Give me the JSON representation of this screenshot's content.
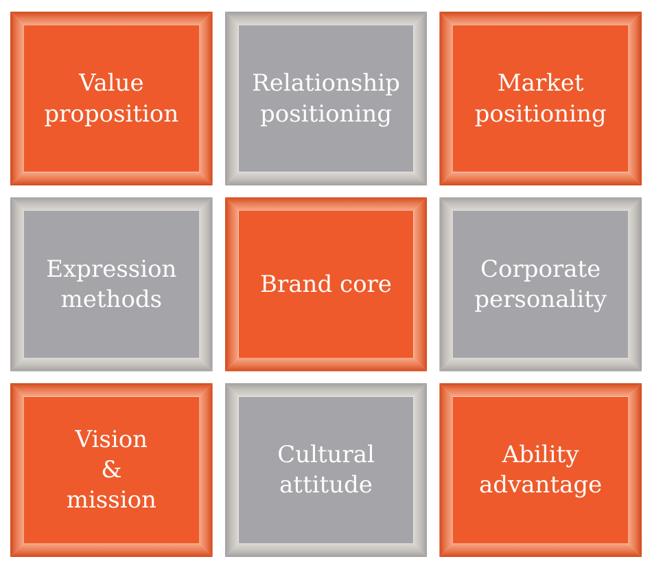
{
  "colors": {
    "accent_orange": "#ee5a2b",
    "neutral_gray": "#a5a4a9",
    "frame_orange_highlight": "#f7aa8b",
    "frame_gray_highlight": "#ddd9d4",
    "text": "#fdfdfd",
    "background": "#ffffff"
  },
  "tiles": [
    {
      "label": "Value\nproposition",
      "variant": "orange"
    },
    {
      "label": "Relationship\npositioning",
      "variant": "gray"
    },
    {
      "label": "Market\npositioning",
      "variant": "orange"
    },
    {
      "label": "Expression\nmethods",
      "variant": "gray"
    },
    {
      "label": "Brand core",
      "variant": "orange"
    },
    {
      "label": "Corporate\npersonality",
      "variant": "gray"
    },
    {
      "label": "Vision\n&\nmission",
      "variant": "orange"
    },
    {
      "label": "Cultural\nattitude",
      "variant": "gray"
    },
    {
      "label": "Ability\nadvantage",
      "variant": "orange"
    }
  ]
}
